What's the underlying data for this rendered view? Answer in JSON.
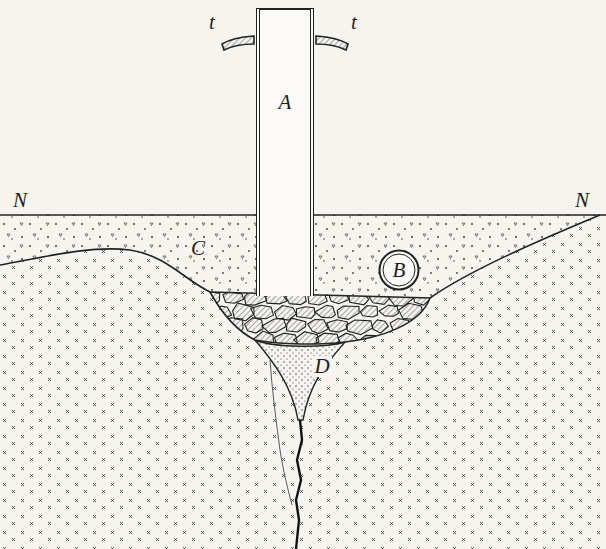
{
  "diagram": {
    "nodes": [
      {
        "text": [
          "A"
        ]
      },
      {
        "text": [
          "B"
        ]
      }
    ],
    "labels": [
      "t",
      "t",
      "N",
      "N",
      "C",
      "D"
    ]
  }
}
